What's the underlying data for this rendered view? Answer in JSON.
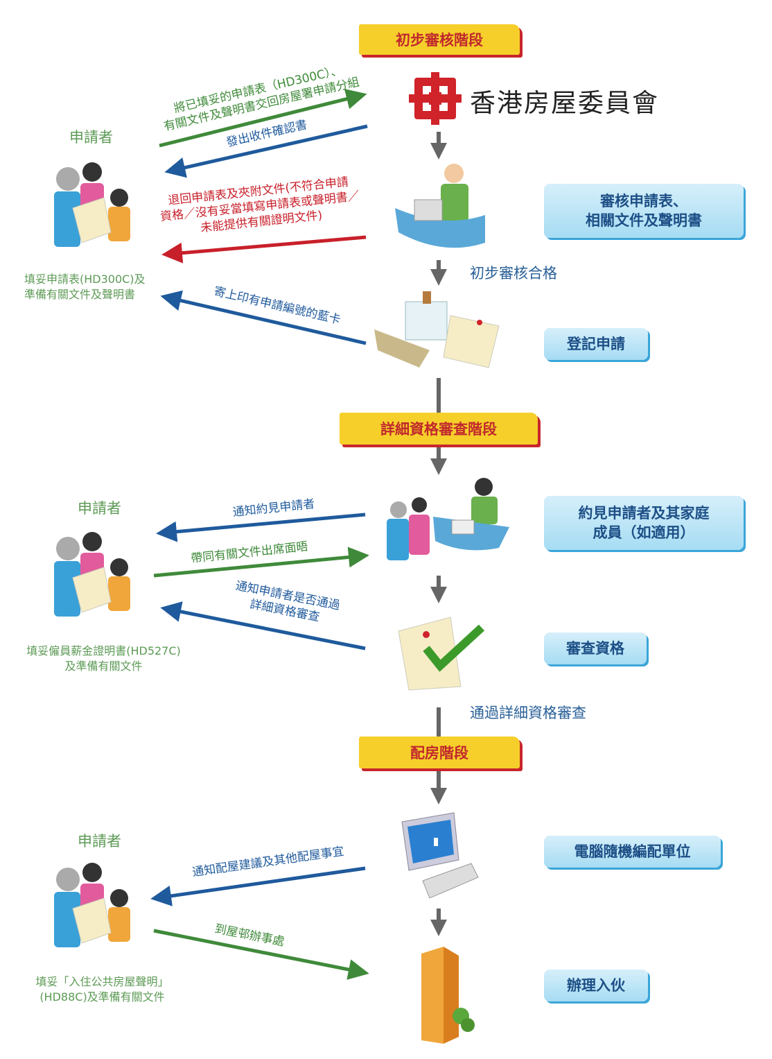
{
  "stages": [
    "初步審核階段",
    "詳細資格審查階段",
    "配房階段"
  ],
  "logo": {
    "name": "香港房屋委員會",
    "brand_color": "#d0232a"
  },
  "applicant_label": "申請者",
  "steps": {
    "review": "審核申請表、\n相關文件及聲明書",
    "review_pass": "初步審核合格",
    "register": "登記申請",
    "interview": "約見申請者及其家庭\n成員（如適用）",
    "vet": "審查資格",
    "vet_pass": "通過詳細資格審查",
    "allocate": "電腦隨機編配單位",
    "intake": "辦理入伙"
  },
  "captions": {
    "s1": "填妥申請表(HD300C)及\n準備有關文件及聲明書",
    "s2": "填妥僱員薪金證明書(HD527C)\n及準備有關文件",
    "s3": "填妥「入住公共房屋聲明」\n(HD88C)及準備有關文件"
  },
  "arrows": {
    "submit": "將已填妥的申請表（HD300C）、\n有關文件及聲明書交回房屋署申請分組",
    "ack": "發出收件確認書",
    "return": "退回申請表及夾附文件(不符合申請\n資格／沒有妥當填寫申請表或聲明書／\n未能提供有關證明文件)",
    "bluecard": "寄上印有申請編號的藍卡",
    "notify_interview": "通知約見申請者",
    "attend": "帶同有關文件出席面晤",
    "notify_result": "通知申請者是否通過\n詳細資格審查",
    "notify_offer": "通知配屋建議及其他配屋事宜",
    "go_office": "到屋邨辦事處"
  },
  "colors": {
    "green": "#3f8a3a",
    "blue": "#1f5a9c",
    "red": "#c8202a",
    "grey": "#666666"
  }
}
